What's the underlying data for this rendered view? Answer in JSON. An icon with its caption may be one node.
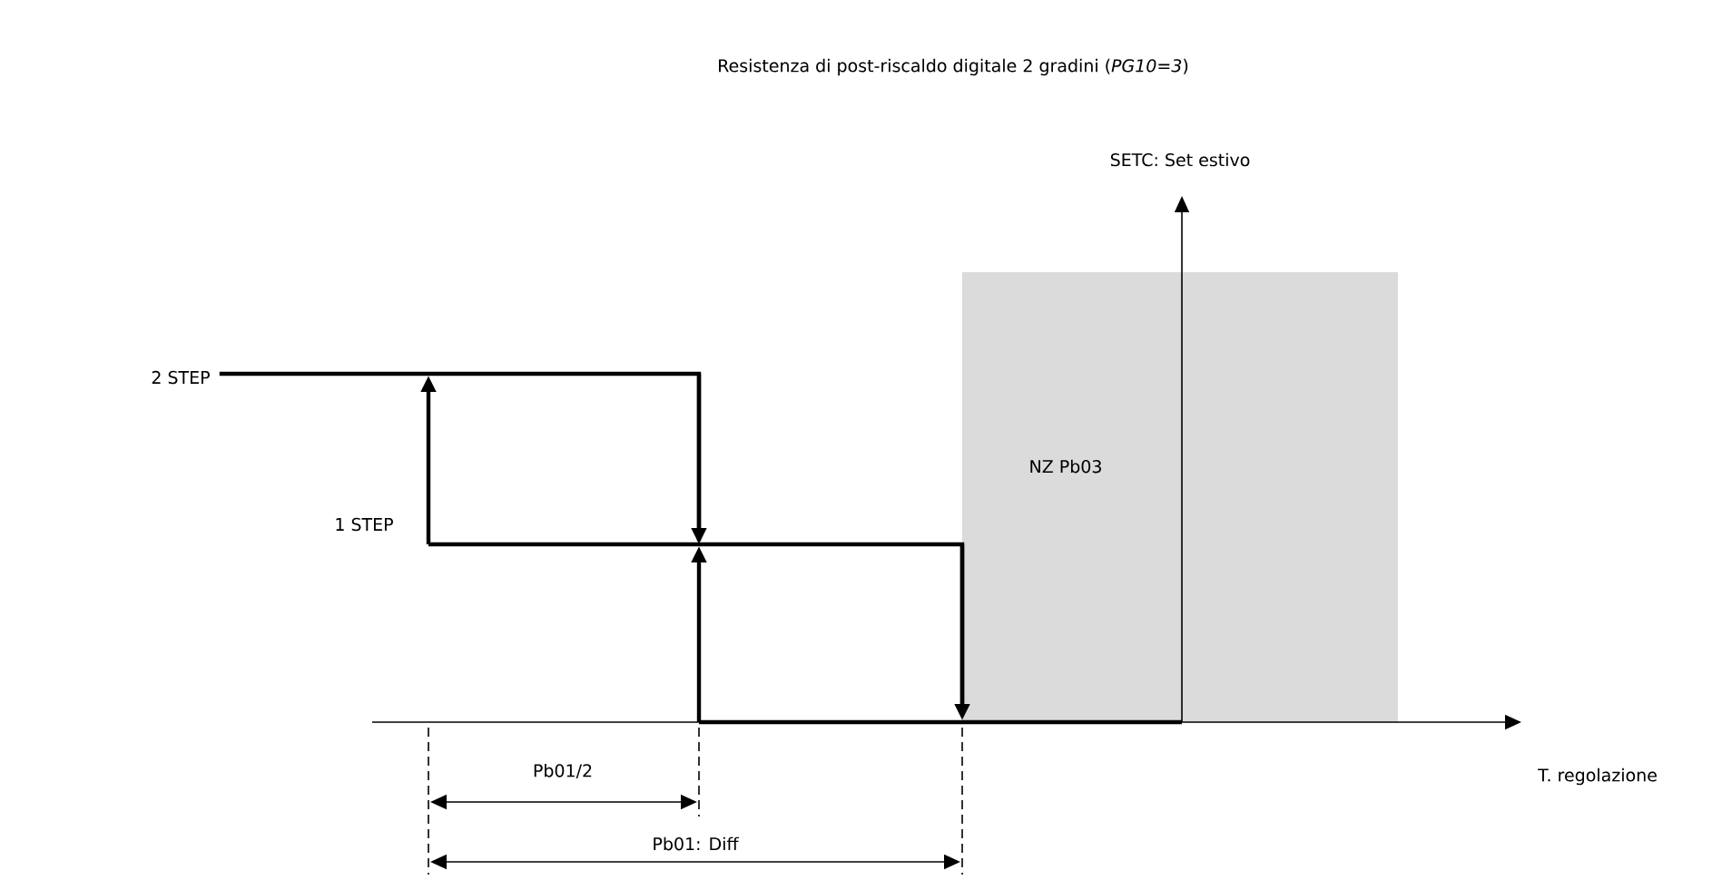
{
  "diagram": {
    "title": "Resistenza di post-riscaldo digitale 2 gradini (*PG10=3*)",
    "nodes": [
      {
        "text": [
          "NZ Pb03"
        ]
      }
    ],
    "labels": [
      "SETC: Set estivo",
      "2 STEP",
      "1 STEP",
      "Pb01/2",
      "T. regolazione",
      "Pb01: Diff"
    ]
  }
}
